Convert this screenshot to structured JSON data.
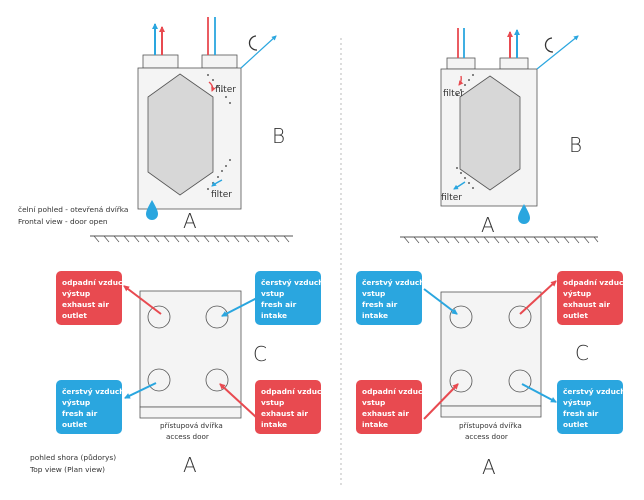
{
  "colors": {
    "red": "#e84a50",
    "blue": "#2aa6df",
    "hex_fill": "#d7d7d7",
    "unit_fill": "#f4f4f4",
    "stroke": "#555555"
  },
  "labels": {
    "filter": "filter",
    "A": "A",
    "B": "B",
    "C": "C",
    "front_cz": "čelní pohled - otevřená dvířka",
    "front_en": "Frontal view - door open",
    "top_cz": "pohled shora (půdorys)",
    "top_en": "Top view (Plan view)",
    "door_cz": "přístupová dvířka",
    "door_en": "access door"
  },
  "boxes": {
    "exhaust_outlet": [
      "odpadní vzduch",
      "výstup",
      "exhaust air",
      "outlet"
    ],
    "fresh_intake": [
      "čerstvý vzduch",
      "vstup",
      "fresh air",
      "intake"
    ],
    "fresh_outlet": [
      "čerstvý vzduch",
      "výstup",
      "fresh air",
      "outlet"
    ],
    "exhaust_intake": [
      "odpadní vzduch",
      "vstup",
      "exhaust air",
      "intake"
    ]
  }
}
